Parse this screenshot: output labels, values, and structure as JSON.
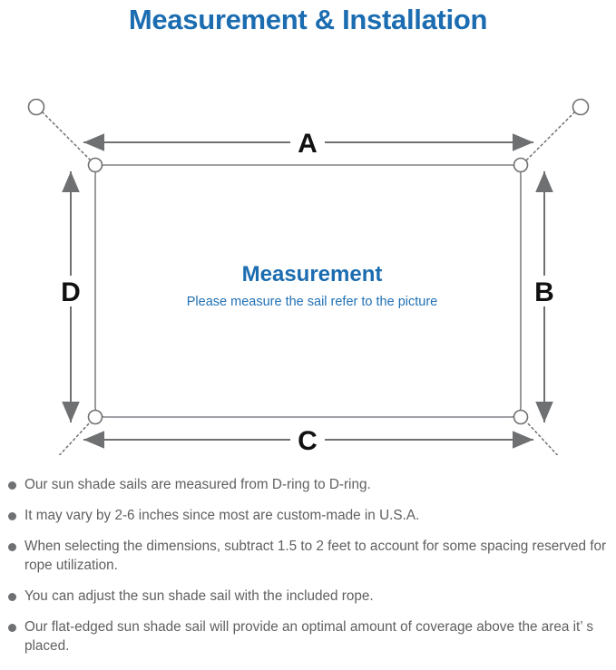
{
  "header": {
    "title": "Measurement & Installation",
    "title_color": "#1b6cb0"
  },
  "diagram": {
    "center_title": "Measurement",
    "center_subtitle": "Please measure the sail refer to the picture",
    "center_title_color": "#1b6cb0",
    "center_subtitle_color": "#2171b5",
    "dimension_labels": {
      "top": "A",
      "right": "B",
      "bottom": "C",
      "left": "D"
    },
    "label_color": "#111111",
    "line_color": "#6f7072",
    "sail_edge_color": "#808285",
    "anchor_count": 4,
    "d_ring_count": 4
  },
  "notes": {
    "bullet_color": "#6f7072",
    "items": [
      "Our sun shade sails are measured from D-ring to D-ring.",
      "It may vary by 2-6 inches since most are custom-made in U.S.A.",
      "When selecting the dimensions, subtract 1.5 to 2 feet to account for some spacing reserved for rope utilization.",
      "You can adjust the sun shade sail with the included rope.",
      "Our flat-edged sun shade sail will provide an optimal amount of coverage above the area it’ s placed."
    ]
  }
}
